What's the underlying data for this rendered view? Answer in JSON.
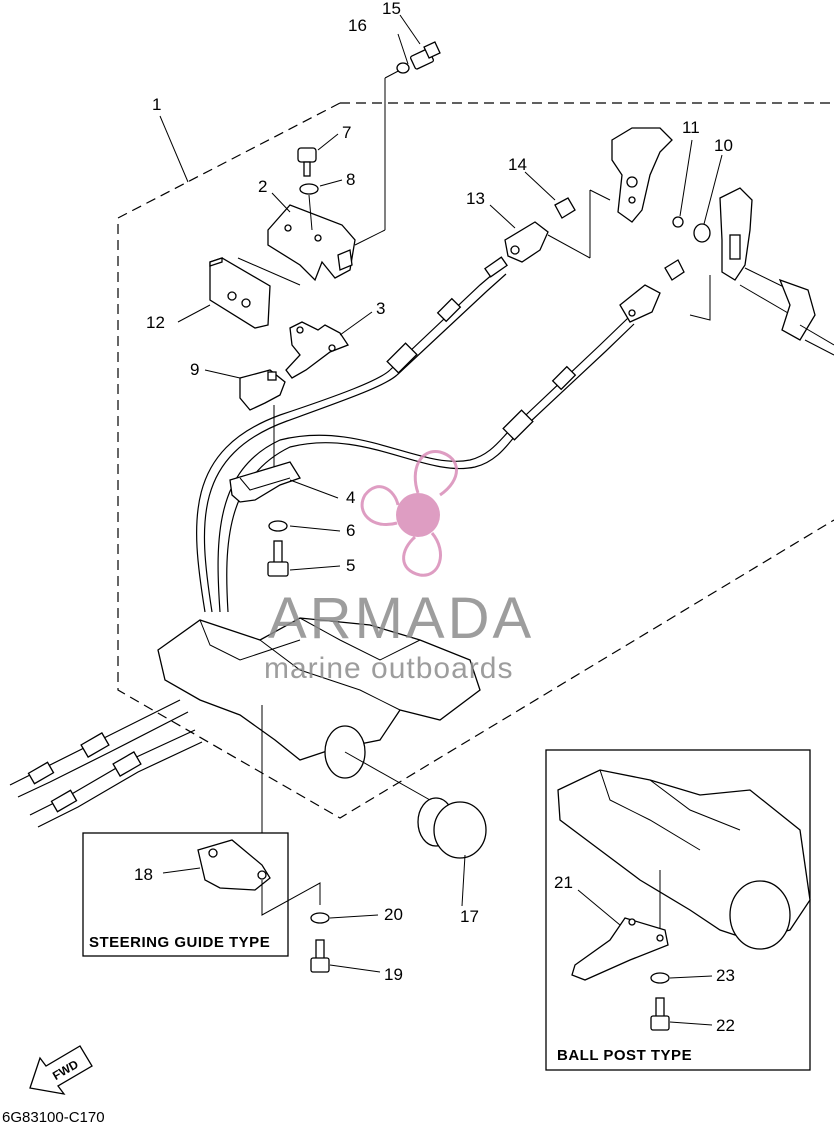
{
  "diagram_code": "6G83100-C170",
  "callouts": {
    "c1": "1",
    "c2": "2",
    "c3": "3",
    "c4": "4",
    "c5": "5",
    "c6": "6",
    "c7": "7",
    "c8": "8",
    "c9": "9",
    "c10": "10",
    "c11": "11",
    "c12": "12",
    "c13": "13",
    "c14": "14",
    "c15": "15",
    "c16": "16",
    "c17": "17",
    "c18": "18",
    "c19": "19",
    "c20": "20",
    "c21": "21",
    "c22": "22",
    "c23": "23"
  },
  "boxes": {
    "steering_guide_title": "STEERING GUIDE TYPE",
    "ball_post_title": "BALL POST TYPE"
  },
  "direction_marker": "FWD",
  "watermark": {
    "brand": "ARMADA",
    "tagline": "marine outboards",
    "color": "#d98cb8",
    "text_color": "#8c8c8c"
  },
  "colors": {
    "line": "#000000",
    "background": "#ffffff"
  }
}
